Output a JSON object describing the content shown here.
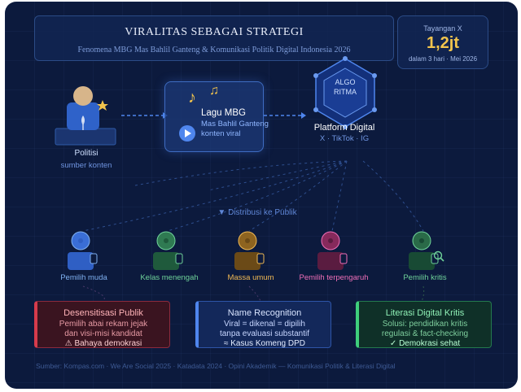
{
  "header": {
    "title": "VIRALITAS SEBAGAI STRATEGI",
    "subtitle": "Fenomena MBG Mas Bahlil Ganteng & Komunikasi Politik Digital Indonesia 2026"
  },
  "views": {
    "label": "Tayangan X",
    "value": "1,2jt",
    "period": "dalam 3 hari · Mei 2026"
  },
  "politician": {
    "title": "Politisi",
    "subtitle": "sumber konten"
  },
  "song": {
    "title": "Lagu MBG",
    "line1": "Mas Bahlil Ganteng",
    "line2": "konten viral",
    "note_glyph": "♪",
    "note_glyph2": "♫"
  },
  "platform": {
    "algo_line1": "ALGO",
    "algo_line2": "RITMA",
    "title": "Platform Digital",
    "subtitle": "X · TikTok · IG"
  },
  "distribution_label": "▼ Distribusi ke Publik",
  "voters": [
    {
      "label": "Pemilih muda",
      "color": "#7fb0f0",
      "icon_color": "#2f5fc4",
      "head_color": "#3a6ed6"
    },
    {
      "label": "Kelas menengah",
      "color": "#6fd39a",
      "icon_color": "#1f5a3c",
      "head_color": "#2f7a52"
    },
    {
      "label": "Massa umum",
      "color": "#f0b954",
      "icon_color": "#6b4a17",
      "head_color": "#8e6420"
    },
    {
      "label": "Pemilih terpengaruh",
      "color": "#f06fb8",
      "icon_color": "#5a1c40",
      "head_color": "#862a5c"
    },
    {
      "label": "Pemilih kritis",
      "color": "#6fd39a",
      "icon_color": "#184a34",
      "head_color": "#2a6a48"
    }
  ],
  "cards": [
    {
      "title": "Desensitisasi Publik",
      "line1": "Pemilih abai rekam jejak",
      "line2": "dan visi-misi kandidat",
      "line3": "⚠ Bahaya demokrasi"
    },
    {
      "title": "Name Recognition",
      "line1": "Viral = dikenal = dipilih",
      "line2": "tanpa evaluasi substantif",
      "line3": "≈ Kasus Komeng DPD"
    },
    {
      "title": "Literasi Digital Kritis",
      "line1": "Solusi: pendidikan kritis",
      "line2": "regulasi & fact-checking",
      "line3": "✓ Demokrasi sehat"
    }
  ],
  "footer": "Sumber: Kompas.com · We Are Social 2025 · Katadata 2024 · Opini Akademik — Komunikasi Politik & Literasi Digital",
  "colors": {
    "background": "#0c1a3d",
    "accent": "#4f86ee",
    "gold": "#f2c44d",
    "danger": "#d63b4c",
    "success": "#3fcf7c"
  }
}
